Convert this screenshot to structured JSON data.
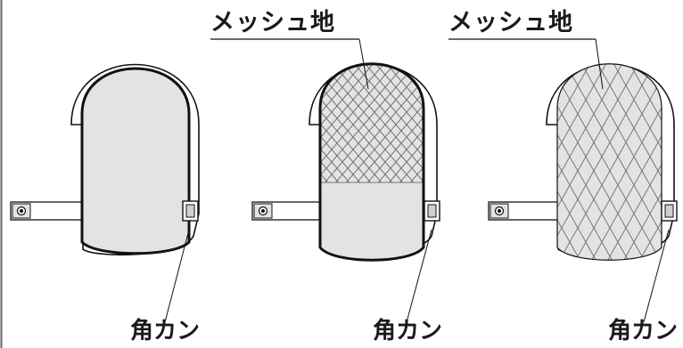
{
  "labels": {
    "mesh_1": "メッシュ地",
    "mesh_2": "メッシュ地",
    "kan_1": "角カン",
    "kan_2": "角カン",
    "kan_3": "角カン"
  },
  "colors": {
    "outline": "#111111",
    "fill": "#e3e3e3",
    "mesh_line": "#6a6a6a",
    "frame": "#666666"
  },
  "icons": {
    "snap": "snap-button-icon",
    "ring": "square-ring-icon"
  }
}
